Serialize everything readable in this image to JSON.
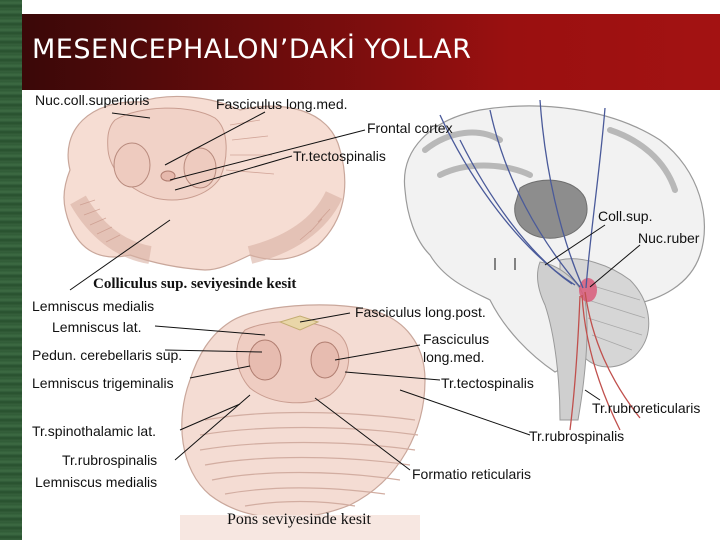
{
  "slide": {
    "title": "MESENCEPHALON’DAKİ  YOLLAR",
    "colors": {
      "title_bar_dark": "#3a0808",
      "title_bar_light": "#a31212",
      "side_strip": "#2f5a36",
      "tissue": "#f3d9d0",
      "pathway_blue": "#4a5a9a",
      "pathway_red": "#c0504d"
    }
  },
  "upper_section": {
    "caption": "Colliculus sup. seviyesinde kesit",
    "labels": {
      "nuc_coll_sup": "Nuc.coll.superioris",
      "fasc_long_med": "Fasciculus long.med.",
      "frontal_cortex": "Frontal cortex",
      "tr_tectospinalis": "Tr.tectospinalis",
      "coll_sup": "Coll.sup.",
      "nuc_ruber": "Nuc.ruber"
    }
  },
  "lower_section": {
    "caption": "Pons seviyesinde kesit",
    "labels": {
      "lemniscus_medialis": "Lemniscus medialis",
      "lemniscus_lat": "Lemniscus lat.",
      "pedun_cereb_sup": "Pedun. cerebellaris sup.",
      "lemniscus_trigeminalis": "Lemniscus trigeminalis",
      "fasc_long_post": "Fasciculus long.post.",
      "fasc_line1": "Fasciculus",
      "fasc_line2": "long.med.",
      "tr_tectospinalis": "Tr.tectospinalis",
      "tr_rubroreticularis": "Tr.rubroreticularis",
      "tr_spinothalamic_lat": "Tr.spinothalamic lat.",
      "tr_rubrospinalis_right": "Tr.rubrospinalis",
      "tr_rubrospinalis_left": "Tr.rubrospinalis",
      "lemniscus_medialis_2": "Lemniscus medialis",
      "formatio_reticularis": "Formatio reticularis"
    }
  }
}
